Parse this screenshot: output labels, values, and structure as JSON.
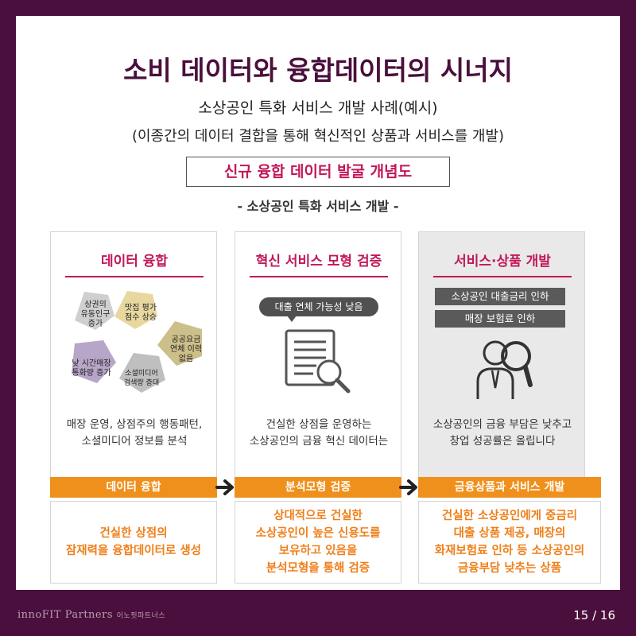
{
  "title": "소비 데이터와 융합데이터의 시너지",
  "subtitle": "소상공인 특화 서비스 개발 사례(예시)",
  "description": "(이종간의 데이터 결합을 통해 혁신적인 상품과 서비스를 개발)",
  "concept_title": "신규 융합 데이터 발굴 개념도",
  "concept_subtitle": "- 소상공인 특화 서비스 개발 -",
  "columns": [
    {
      "heading": "데이터 융합",
      "pentagons": [
        "상권의\n유동인구\n증가",
        "맛집 평가\n점수 상승",
        "공공요금\n연체 이력\n없음",
        "낮 시간매장\n통화량 증가",
        "소셜미디어\n검색량 증대"
      ],
      "text": "매장 운영, 상점주의 행동패턴,\n소셜미디어 정보를 분석",
      "bar": "데이터 융합",
      "result": "건실한 상점의\n잠재력을 융합데이터로 생성"
    },
    {
      "heading": "혁신 서비스 모형 검증",
      "bubble": "대출 연체 가능성 낮음",
      "text": "건실한 상점을 운영하는\n소상공인의 금융 혁신 데이터는",
      "bar": "분석모형 검증",
      "result": "상대적으로 건실한\n소상공인이 높은 신용도를\n보유하고 있음을\n분석모형을 통해 검증"
    },
    {
      "heading": "서비스·상품 개발",
      "tags": [
        "소상공인 대출금리 인하",
        "매장 보험료 인하"
      ],
      "text": "소상공인의 금융 부담은 낮추고\n창업 성공률은 올립니다",
      "bar": "금융상품과 서비스 개발",
      "result": "건실한 소상공인에게 중금리\n대출 상품 제공, 매장의\n화재보험료 인하 등 소상공인의\n금융부담 낮추는 상품"
    }
  ],
  "footer": {
    "logo": "innoFIT Partners",
    "logo_kr": "이노핏파트너스",
    "page": "15 / 16"
  },
  "colors": {
    "background": "#4a0f3c",
    "accent": "#c2185b",
    "orange": "#f0901c"
  }
}
